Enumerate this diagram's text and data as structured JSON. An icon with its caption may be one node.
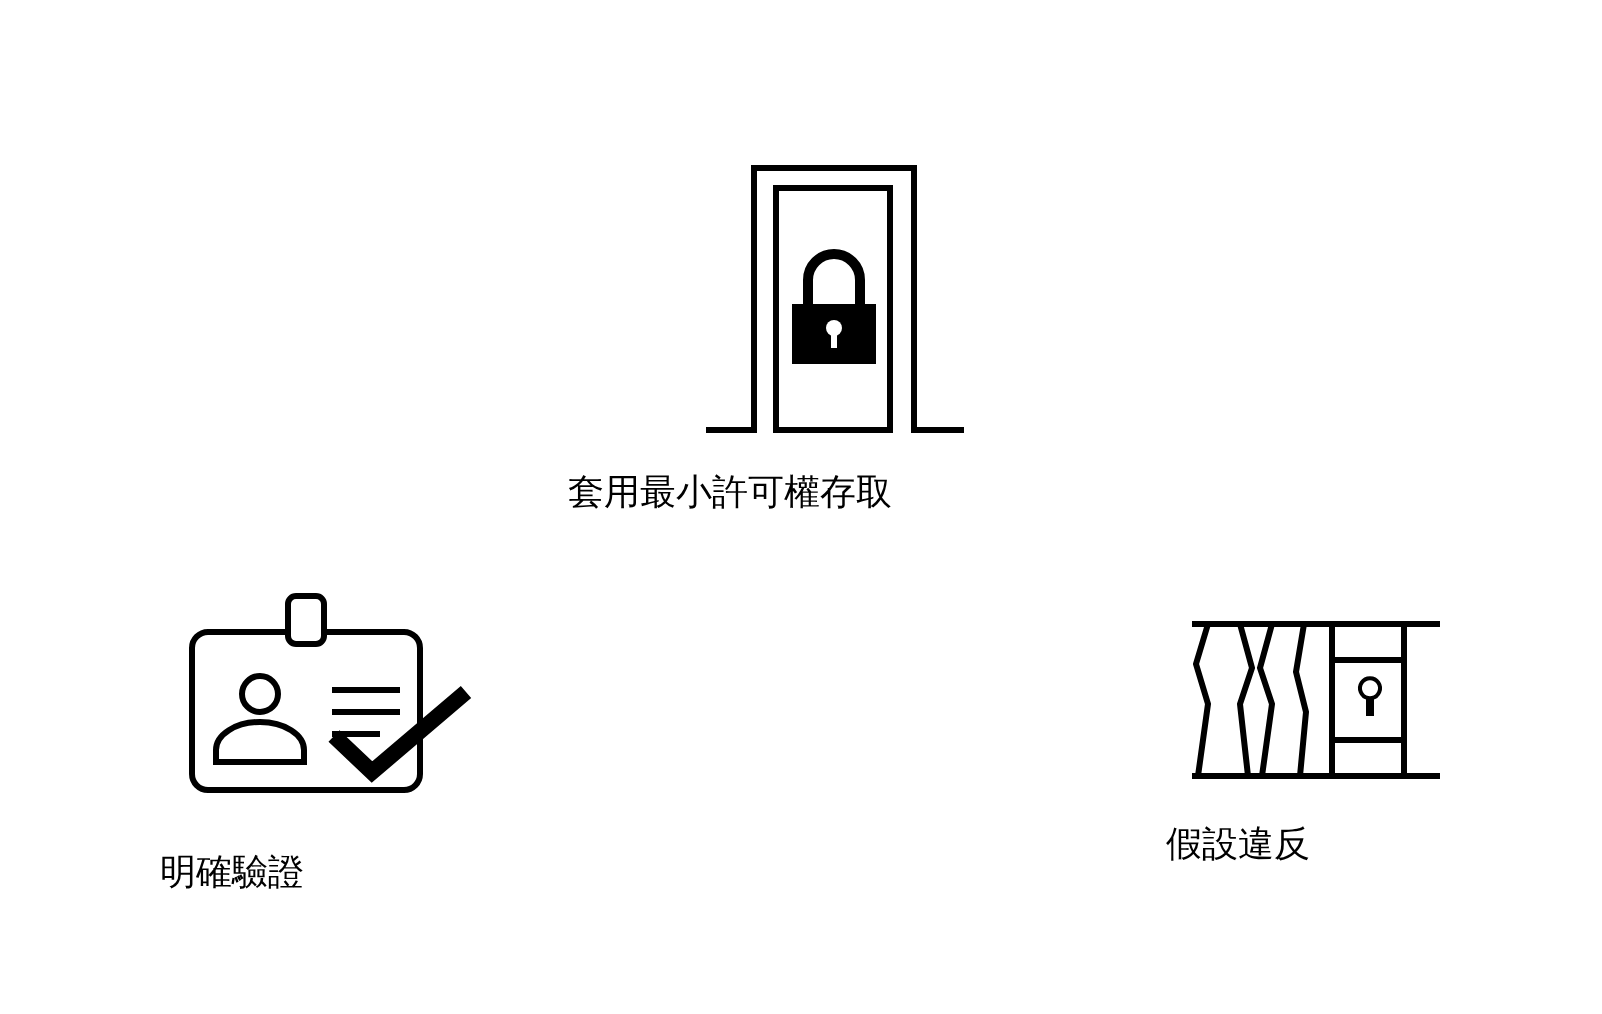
{
  "diagram": {
    "labels": [
      "套用最小許可權存取",
      "明確驗證",
      "假設違反"
    ]
  }
}
